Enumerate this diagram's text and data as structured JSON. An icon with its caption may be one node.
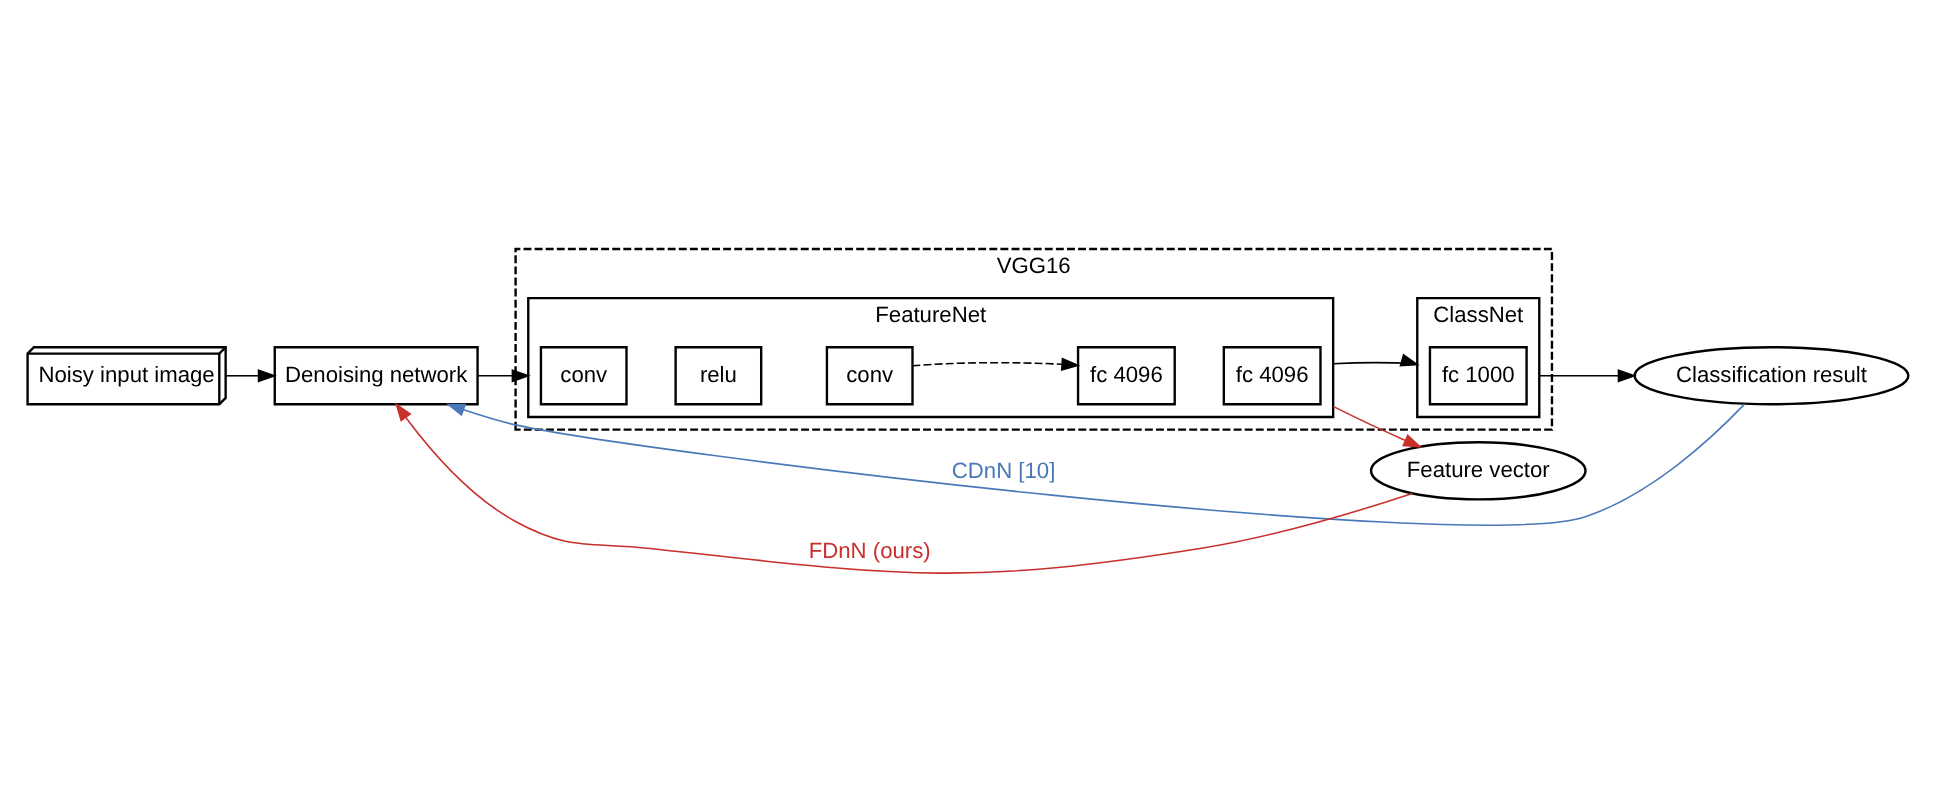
{
  "diagram": {
    "nodes": [
      {
        "text": [
          "Noisy input image"
        ]
      },
      {
        "text": [
          "Denoising network"
        ]
      },
      {
        "text": [
          "VGG16"
        ]
      },
      {
        "text": [
          "FeatureNet"
        ],
        "in": 2
      },
      {
        "text": [
          "conv"
        ],
        "in": 3
      },
      {
        "text": [
          "relu"
        ],
        "in": 3
      },
      {
        "text": [
          "conv"
        ],
        "in": 3
      },
      {
        "text": [
          "fc 4096"
        ],
        "in": 3
      },
      {
        "text": [
          "fc 4096"
        ],
        "in": 3
      },
      {
        "text": [
          "ClassNet"
        ],
        "in": 2
      },
      {
        "text": [
          "fc 1000"
        ],
        "in": 9
      },
      {
        "text": [
          "Classification result"
        ]
      },
      {
        "text": [
          "Feature vector"
        ]
      }
    ],
    "edges": [
      {
        "from": 0,
        "to": 1,
        "arrow": "to"
      },
      {
        "from": 1,
        "to": 3,
        "arrow": "to"
      },
      {
        "from": 6,
        "to": 7,
        "arrow": "to",
        "style": "dashed"
      },
      {
        "from": 3,
        "to": 9,
        "arrow": "to"
      },
      {
        "from": 9,
        "to": 11,
        "arrow": "to"
      },
      {
        "from": 11,
        "to": 1,
        "arrow": "to",
        "label": "CDnN [10]",
        "color": "#4a78b8"
      },
      {
        "from": 3,
        "to": 12,
        "arrow": "to",
        "color": "#c8302c"
      },
      {
        "from": 12,
        "to": 1,
        "arrow": "to",
        "label": "FDnN (ours)",
        "color": "#c8302c"
      }
    ]
  }
}
